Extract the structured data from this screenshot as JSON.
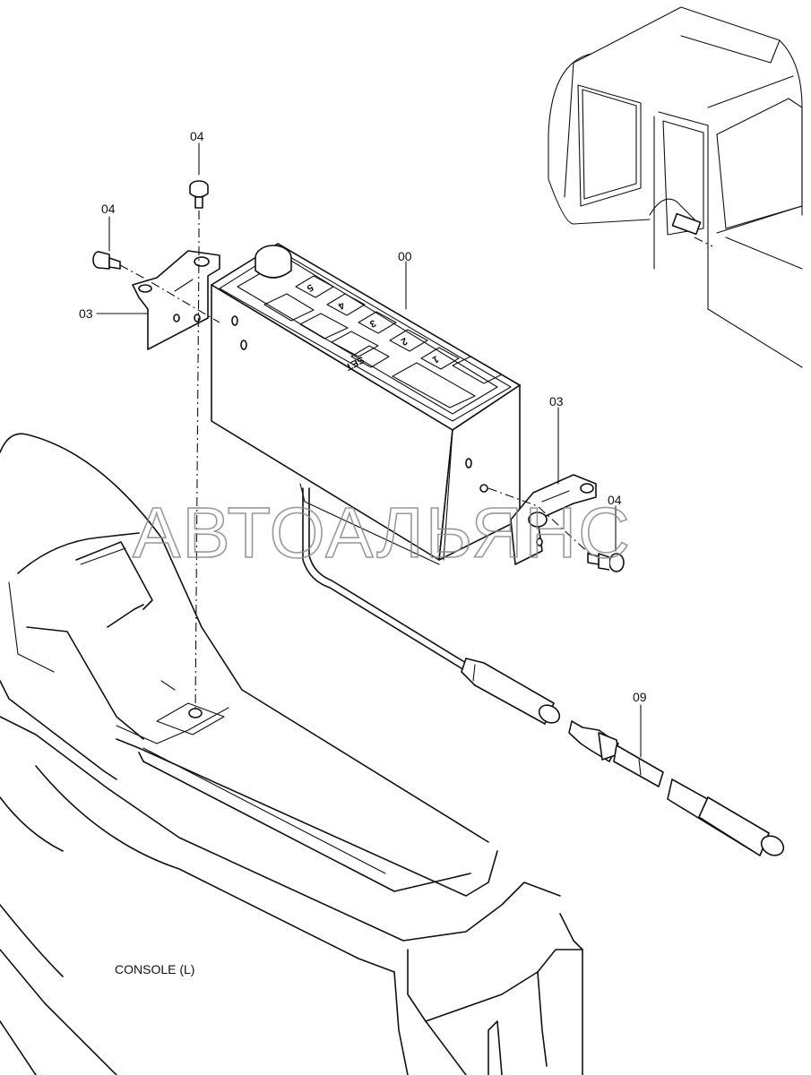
{
  "labels": {
    "part_00": "00",
    "part_03_left": "03",
    "part_03_right": "03",
    "part_04_top": "04",
    "part_04_left": "04",
    "part_04_right": "04",
    "part_09": "09",
    "console": "CONSOLE (L)"
  },
  "keypad": {
    "keys": [
      "5",
      "4",
      "3",
      "2",
      "1",
      "SET"
    ]
  },
  "watermark": "АВТОАЛЬЯНС"
}
